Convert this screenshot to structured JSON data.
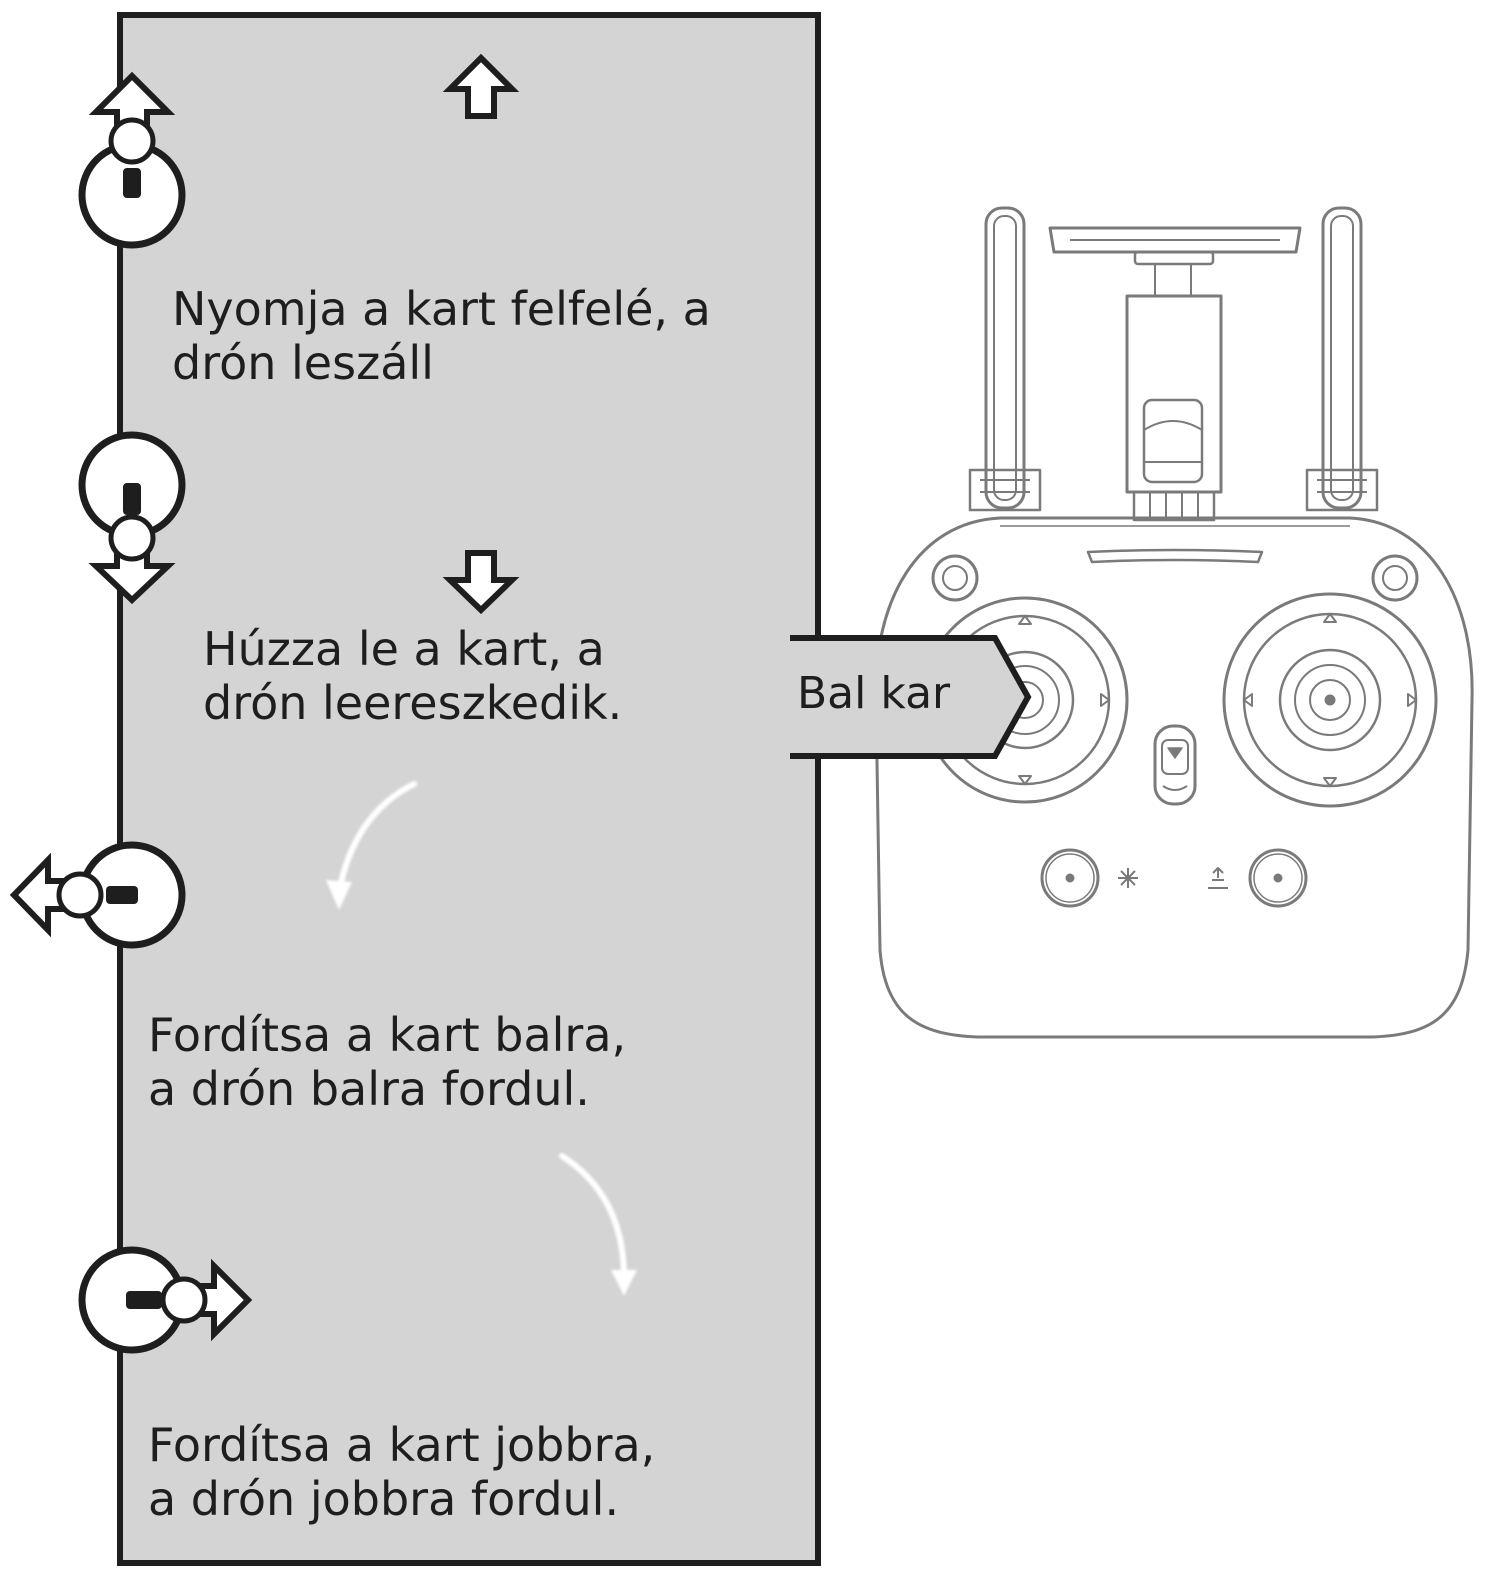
{
  "colors": {
    "panel_fill": "#d4d4d4",
    "panel_border": "#1e1e1e",
    "text": "#1e1e1e",
    "remote_outline": "#7a7a7a",
    "rotation_arrow": "#ffffff"
  },
  "callout": {
    "label": "Bal kar"
  },
  "instructions": [
    {
      "icon": "stick-up-icon",
      "arrow": "arrow-up-icon",
      "line1": "Nyomja a kart felfelé, a",
      "line2": "drón leszáll"
    },
    {
      "icon": "stick-down-icon",
      "arrow": "arrow-down-icon",
      "line1": "Húzza le a kart, a",
      "line2": "drón leereszkedik."
    },
    {
      "icon": "stick-left-icon",
      "arrow": "rotate-left-arrow-icon",
      "line1": "Fordítsa a kart balra,",
      "line2": "a drón balra fordul."
    },
    {
      "icon": "stick-right-icon",
      "arrow": "rotate-right-arrow-icon",
      "line1": "Fordítsa a kart jobbra,",
      "line2": "a drón jobbra fordul."
    }
  ]
}
